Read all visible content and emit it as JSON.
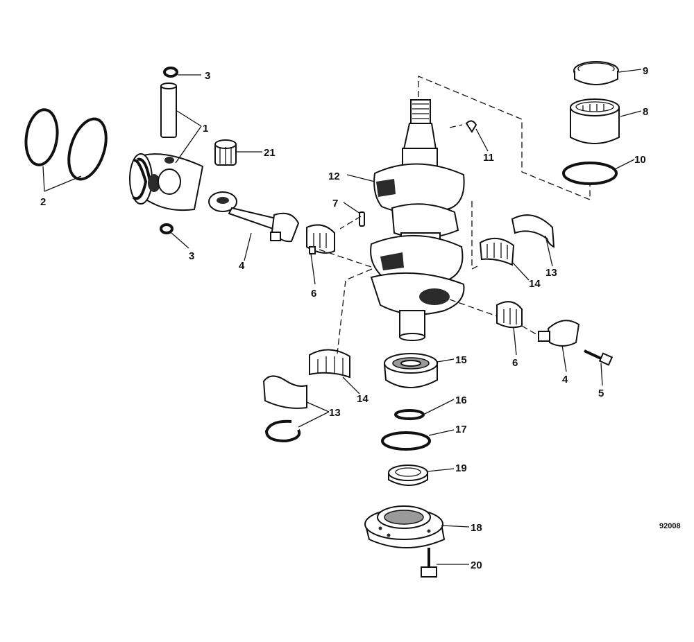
{
  "reference_number": "92008",
  "callouts": {
    "c1": "1",
    "c2": "2",
    "c3a": "3",
    "c3b": "3",
    "c4a": "4",
    "c4b": "4",
    "c5": "5",
    "c6a": "6",
    "c6b": "6",
    "c7": "7",
    "c8": "8",
    "c9": "9",
    "c10": "10",
    "c11": "11",
    "c12": "12",
    "c13a": "13",
    "c13b": "13",
    "c14a": "14",
    "c14b": "14",
    "c15": "15",
    "c16": "16",
    "c17": "17",
    "c18": "18",
    "c19": "19",
    "c20": "20",
    "c21": "21"
  }
}
